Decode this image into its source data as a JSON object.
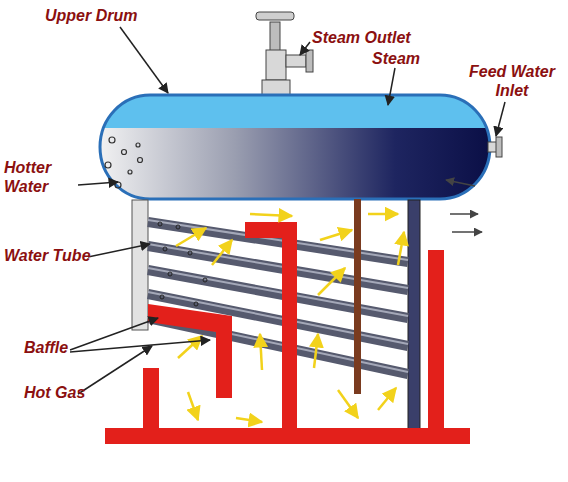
{
  "diagram": {
    "labels": [
      "Upper Drum",
      "Steam Outlet",
      "Steam",
      "Feed Water Inlet",
      "Hotter Water",
      "Water Tube",
      "Baffle",
      "Hot Gas"
    ]
  }
}
